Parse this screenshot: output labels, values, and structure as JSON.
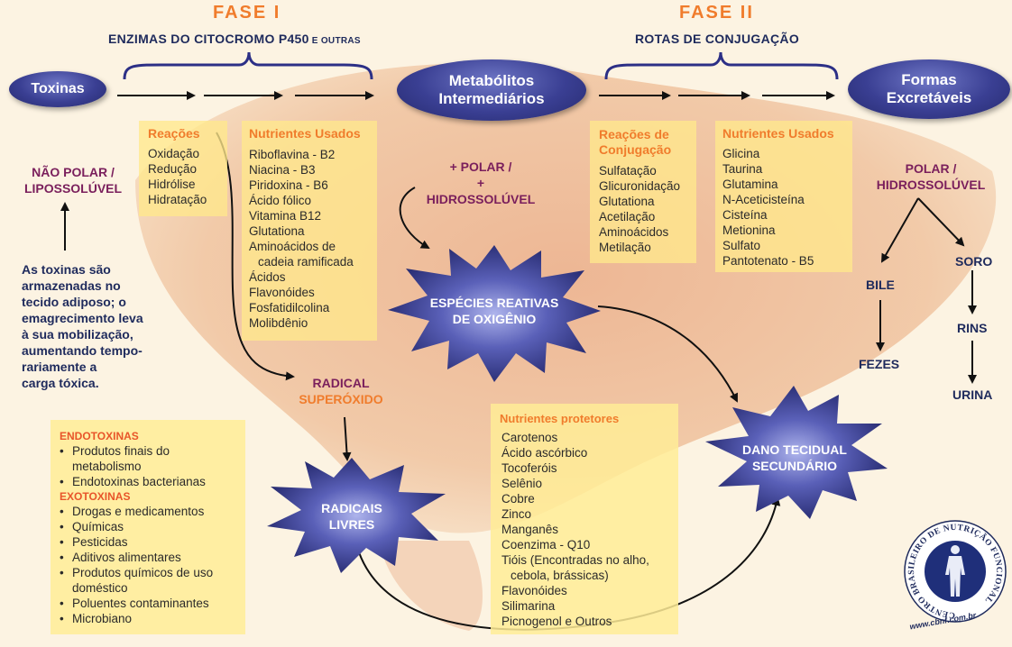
{
  "header": {
    "fase1": "FASE I",
    "fase1_sub_main": "ENZIMAS DO CITOCROMO P450",
    "fase1_sub_small": " E OUTRAS",
    "fase2": "FASE II",
    "fase2_sub": "ROTAS DE CONJUGAÇÃO"
  },
  "nodes": {
    "toxinas": "Toxinas",
    "metabolitos_1": "Metabólitos",
    "metabolitos_2": "Intermediários",
    "formas_1": "Formas",
    "formas_2": "Excretáveis"
  },
  "reacoes": {
    "title": "Reações",
    "items": [
      "Oxidação",
      "Redução",
      "Hidrólise",
      "Hidratação"
    ]
  },
  "nutrientes1": {
    "title": "Nutrientes Usados",
    "items": [
      "Riboflavina - B2",
      "Niacina - B3",
      "Piridoxina - B6",
      "Ácido fólico",
      "Vitamina B12",
      "Glutationa",
      "Aminoácidos de",
      "cadeia ramificada",
      "Ácidos",
      "Flavonóides",
      "Fosfatidilcolina",
      "Molibdênio"
    ]
  },
  "reacoes_conj": {
    "title_1": "Reações de",
    "title_2": "Conjugação",
    "items": [
      "Sulfatação",
      "Glicuronidação",
      "Glutationa",
      "Acetilação",
      "Aminoácidos",
      "Metilação"
    ]
  },
  "nutrientes2": {
    "title": "Nutrientes Usados",
    "items": [
      "Glicina",
      "Taurina",
      "Glutamina",
      "N-Aceticisteína",
      "Cisteína",
      "Metionina",
      "Sulfato",
      "Pantotenato - B5"
    ]
  },
  "left": {
    "nao_polar_1": "NÃO POLAR /",
    "nao_polar_2": "LIPOSSOLÚVEL",
    "text": [
      "As toxinas são",
      "armazenadas no",
      "tecido adiposo; o",
      "emagrecimento leva",
      "à sua mobilização,",
      "aumentando tempo-",
      "rariamente a",
      "carga tóxica."
    ]
  },
  "middle": {
    "polar_1": "+ POLAR /",
    "polar_2": "+ HIDROSSOLÚVEL",
    "especies_1": "ESPÉCIES REATIVAS",
    "especies_2": "DE OXIGÊNIO",
    "radical_1": "RADICAL",
    "radical_2": "SUPERÓXIDO",
    "radicais_livres": "RADICAIS LIVRES",
    "dano_1": "DANO TECIDUAL",
    "dano_2": "SECUNDÁRIO"
  },
  "right": {
    "polar_1": "POLAR /",
    "polar_2": "HIDROSSOLÚVEL",
    "bile": "BILE",
    "soro": "SORO",
    "fezes": "FEZES",
    "rins": "RINS",
    "urina": "URINA"
  },
  "toxins_box": {
    "endo_title": "ENDOTOXINAS",
    "endo_items": [
      "Produtos finais do",
      "Endotoxinas bacterianas"
    ],
    "endo_item1_cont": "metabolismo",
    "exo_title": "EXOTOXINAS",
    "exo_items": [
      "Drogas e medicamentos",
      "Químicas",
      "Pesticidas",
      "Aditivos alimentares",
      "Produtos químicos de uso",
      "Poluentes contaminantes",
      "Microbiano"
    ],
    "exo_item5_cont": "doméstico"
  },
  "protetores": {
    "title": "Nutrientes protetores",
    "items": [
      "Carotenos",
      "Ácido ascórbico",
      "Tocoferóis",
      "Selênio",
      "Cobre",
      "Zinco",
      "Manganês",
      "Coenzima - Q10",
      "Tióis (Encontradas no alho,",
      "cebola, brássicas)",
      "Flavonóides",
      "Silimarina",
      "Picnogenol e Outros"
    ]
  },
  "logo": {
    "ring_text": "CENTRO BRASILEIRO DE NUTRIÇÃO FUNCIONAL",
    "url": "www.cbnf.com.br"
  },
  "colors": {
    "orange": "#f07c2c",
    "navy": "#1e2a5c",
    "purple": "#7a1f5c",
    "ellipse": "#3a3f93",
    "box": "#ffe88c"
  }
}
